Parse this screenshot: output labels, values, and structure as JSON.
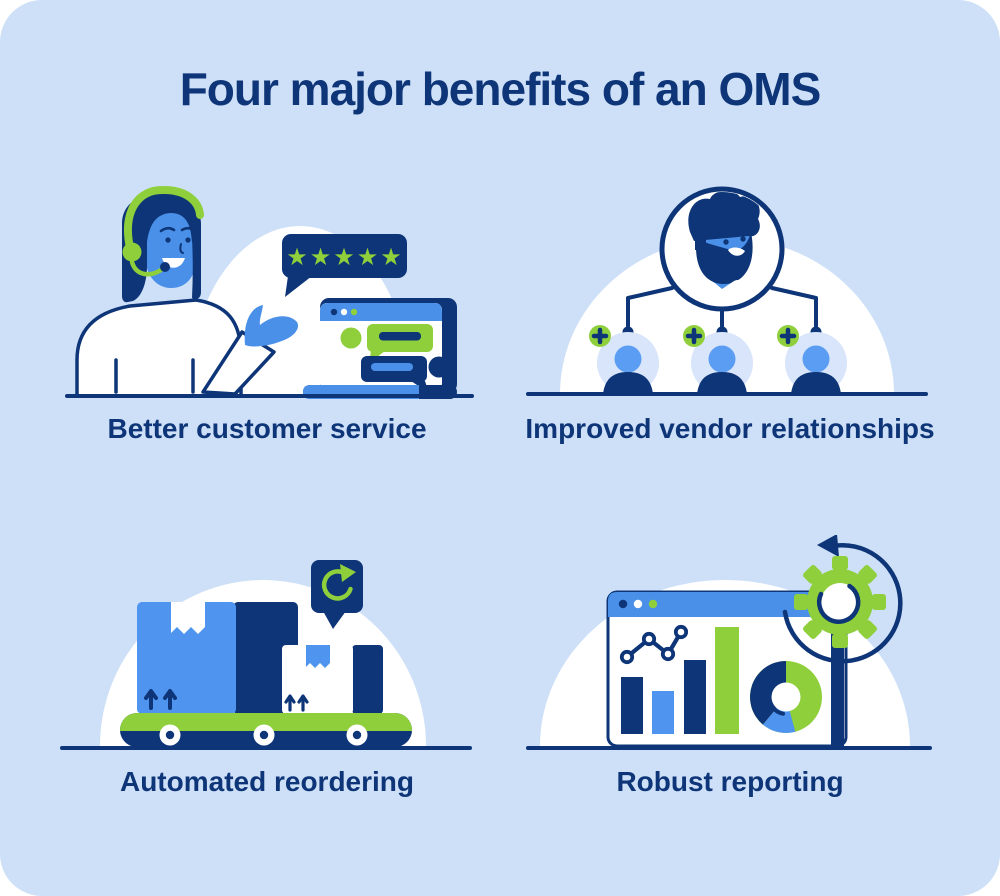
{
  "page": {
    "title": "Four major benefits of an OMS"
  },
  "theme": {
    "card_background": "#cee0f8",
    "navy": "#0d3577",
    "green": "#8ecf3b",
    "blue": "#4a90e8",
    "light_blue_avatar": "#d8e5fa",
    "white": "#ffffff"
  },
  "benefits": [
    {
      "id": "customer-service",
      "label": "Better customer service",
      "rating_stars": "★★★★★"
    },
    {
      "id": "vendor-relationships",
      "label": "Improved vendor relationships"
    },
    {
      "id": "automated-reordering",
      "label": "Automated reordering"
    },
    {
      "id": "robust-reporting",
      "label": "Robust reporting"
    }
  ]
}
